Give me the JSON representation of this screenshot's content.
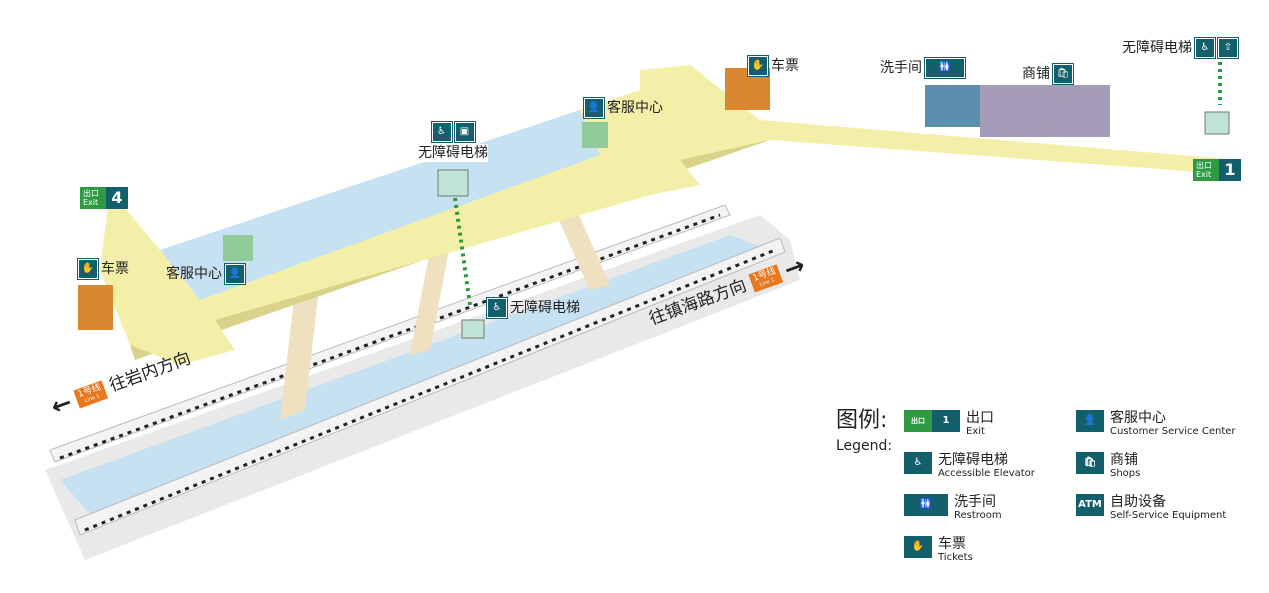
{
  "labels": {
    "ticket_top": "车票",
    "ticket_left": "车票",
    "restroom": "洗手间",
    "shops": "商铺",
    "elevator_top_right": "无障碍电梯",
    "elevator_center": "无障碍电梯",
    "elevator_platform": "无障碍电梯",
    "service_center_top": "客服中心",
    "service_center_left": "客服中心"
  },
  "exits": [
    {
      "cn": "出口",
      "en": "Exit",
      "number": "4"
    },
    {
      "cn": "出口",
      "en": "Exit",
      "number": "1"
    }
  ],
  "directions": {
    "left": {
      "text": "往岩内方向",
      "line": "1号线",
      "line_en": "Line 1",
      "arrow": "←"
    },
    "right": {
      "text": "往镇海路方向",
      "line": "1号线",
      "line_en": "Line 1",
      "arrow": "→"
    }
  },
  "legend": {
    "title": "图例:",
    "subtitle": "Legend:",
    "items": [
      {
        "cn": "出口",
        "en": "Exit",
        "icon": "exit-icon",
        "icon_text": "1"
      },
      {
        "cn": "无障碍电梯",
        "en": "Accessible Elevator",
        "icon": "elevator-icon",
        "icon_text": "♿"
      },
      {
        "cn": "洗手间",
        "en": "Restroom",
        "icon": "restroom-icon",
        "icon_text": "🚻"
      },
      {
        "cn": "车票",
        "en": "Tickets",
        "icon": "ticket-icon",
        "icon_text": "✋"
      },
      {
        "cn": "客服中心",
        "en": "Customer Service Center",
        "icon": "service-center-icon",
        "icon_text": "👤"
      },
      {
        "cn": "商铺",
        "en": "Shops",
        "icon": "shop-icon",
        "icon_text": "🛍"
      },
      {
        "cn": "自助设备",
        "en": "Self-Service Equipment",
        "icon": "atm-icon",
        "icon_text": "ATM"
      }
    ]
  },
  "colors": {
    "concourse": "#f4efa8",
    "platform": "#c6e1f1",
    "icon": "#135f6c",
    "exit_green": "#2e9b43",
    "line": "#e8771e"
  }
}
